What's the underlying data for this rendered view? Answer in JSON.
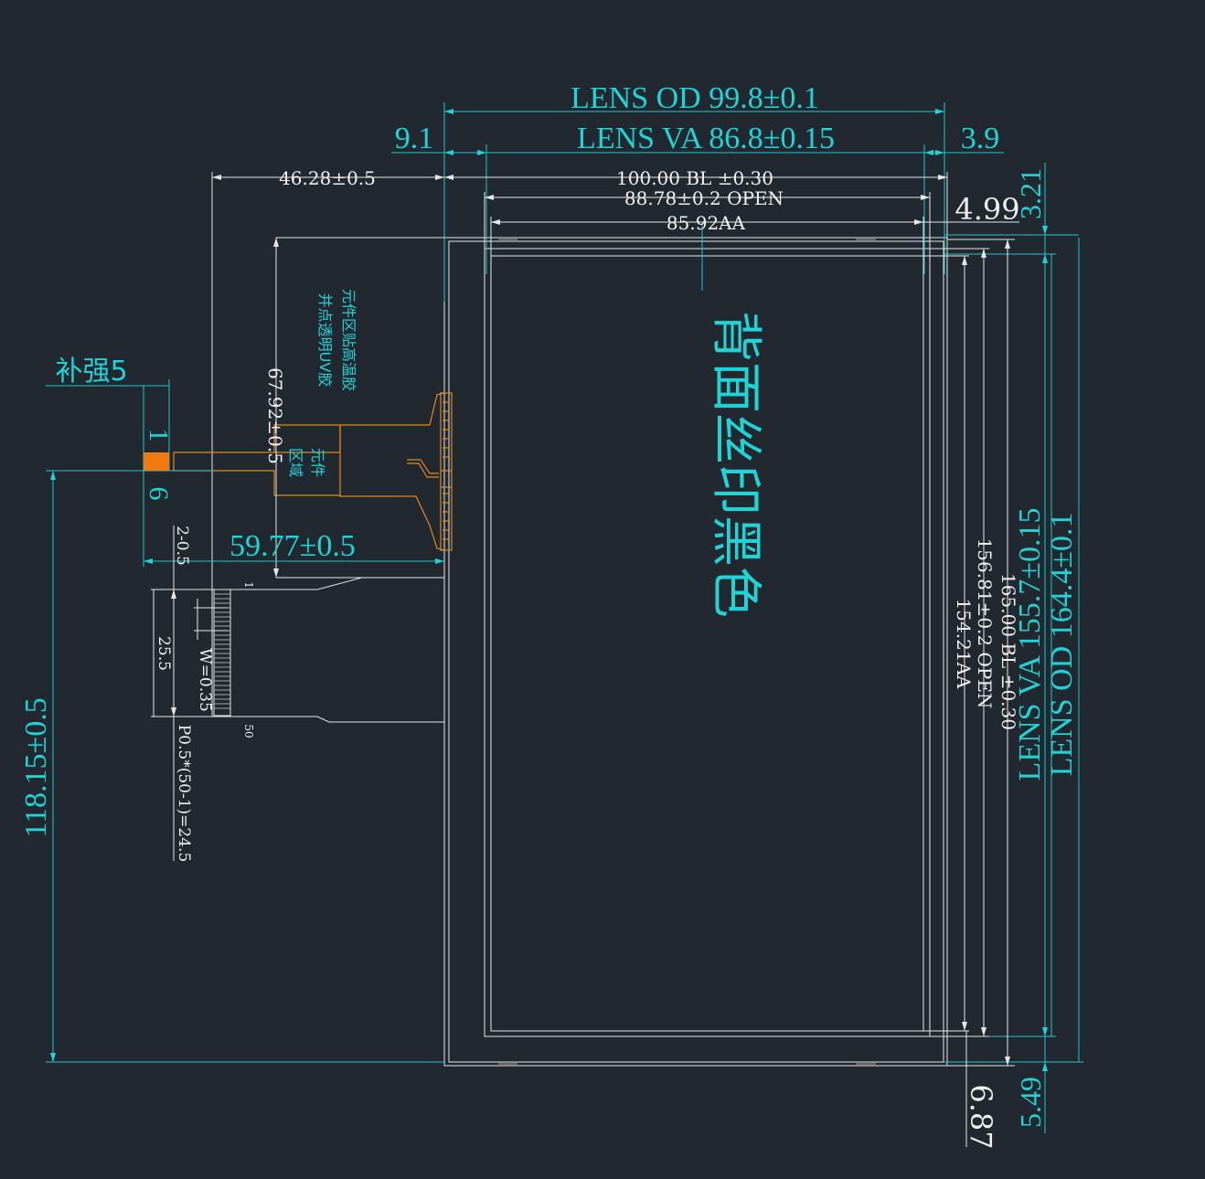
{
  "dimensions": {
    "lens_od_width": "LENS OD 99.8±0.1",
    "lens_va_width": "LENS VA 86.8±0.15",
    "left_offset_9_1": "9.1",
    "right_offset_3_9": "3.9",
    "bl_width": "100.00 BL ±0.30",
    "open_width": "88.78±0.2 OPEN",
    "aa_width": "85.92AA",
    "fpc_offset": "46.28±0.5",
    "right_4_99": "4.99",
    "top_3_21": "3.21",
    "bottom_6_87": "6.87",
    "bottom_5_49": "5.49",
    "bl_height": "165.00 BL ±0.30",
    "open_height": "156.81±0.2 OPEN",
    "aa_height": "154.21AA",
    "lens_va_height": "LENS VA 155.7±0.15",
    "lens_od_height": "LENS OD 164.4±0.1",
    "fpc_length": "59.77±0.5",
    "fpc_height": "67.92±0.5",
    "total_height": "118.15±0.5",
    "stiffener": "补强5",
    "stiffener_1": "1",
    "stiffener_6": "6",
    "gap_2_0_5": "2-0.5",
    "pitch_25_5": "25.5",
    "width_w": "W=0.35",
    "pitch_formula": "P0.5*(50-1)=24.5",
    "pin_1": "1",
    "pin_50": "50"
  },
  "notes": {
    "back_print": "背面丝印黑色",
    "component_note_1": "元件区贴高温胶",
    "component_note_2": "并点透明UV胶",
    "component_area_1": "元件",
    "component_area_2": "区域"
  },
  "colors": {
    "background": "#212830",
    "outline": "#e6e6e6",
    "dimension": "#22d3d6",
    "fpc": "#e08a1e",
    "stiffener": "#f07a10"
  }
}
